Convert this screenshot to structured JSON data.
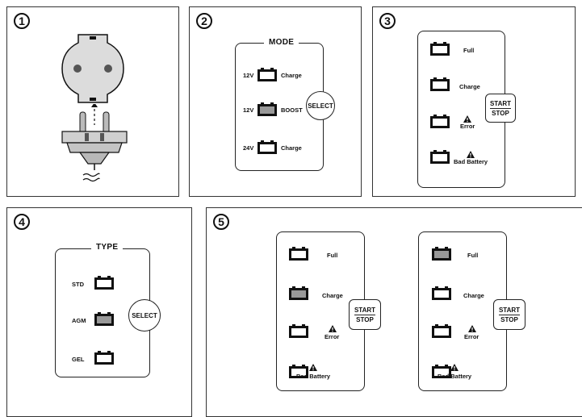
{
  "steps": [
    "1",
    "2",
    "3",
    "4",
    "5"
  ],
  "mode_panel": {
    "title": "MODE",
    "rows": [
      {
        "voltage": "12V",
        "label": "Charge"
      },
      {
        "voltage": "12V",
        "label": "BOOST"
      },
      {
        "voltage": "24V",
        "label": "Charge"
      }
    ],
    "select_label": "SELECT"
  },
  "status_panel": {
    "rows": [
      "Full",
      "Charge",
      "Error",
      "Bad Battery"
    ],
    "start_label": "START",
    "stop_label": "STOP"
  },
  "type_panel": {
    "title": "TYPE",
    "rows": [
      "STD",
      "AGM",
      "GEL"
    ],
    "select_label": "SELECT"
  },
  "colors": {
    "line": "#222222",
    "battery_fill_active": "#999999"
  },
  "icons": [
    "power-socket-icon",
    "power-plug-icon",
    "ac-wave-icon",
    "battery-icon",
    "warning-icon"
  ]
}
